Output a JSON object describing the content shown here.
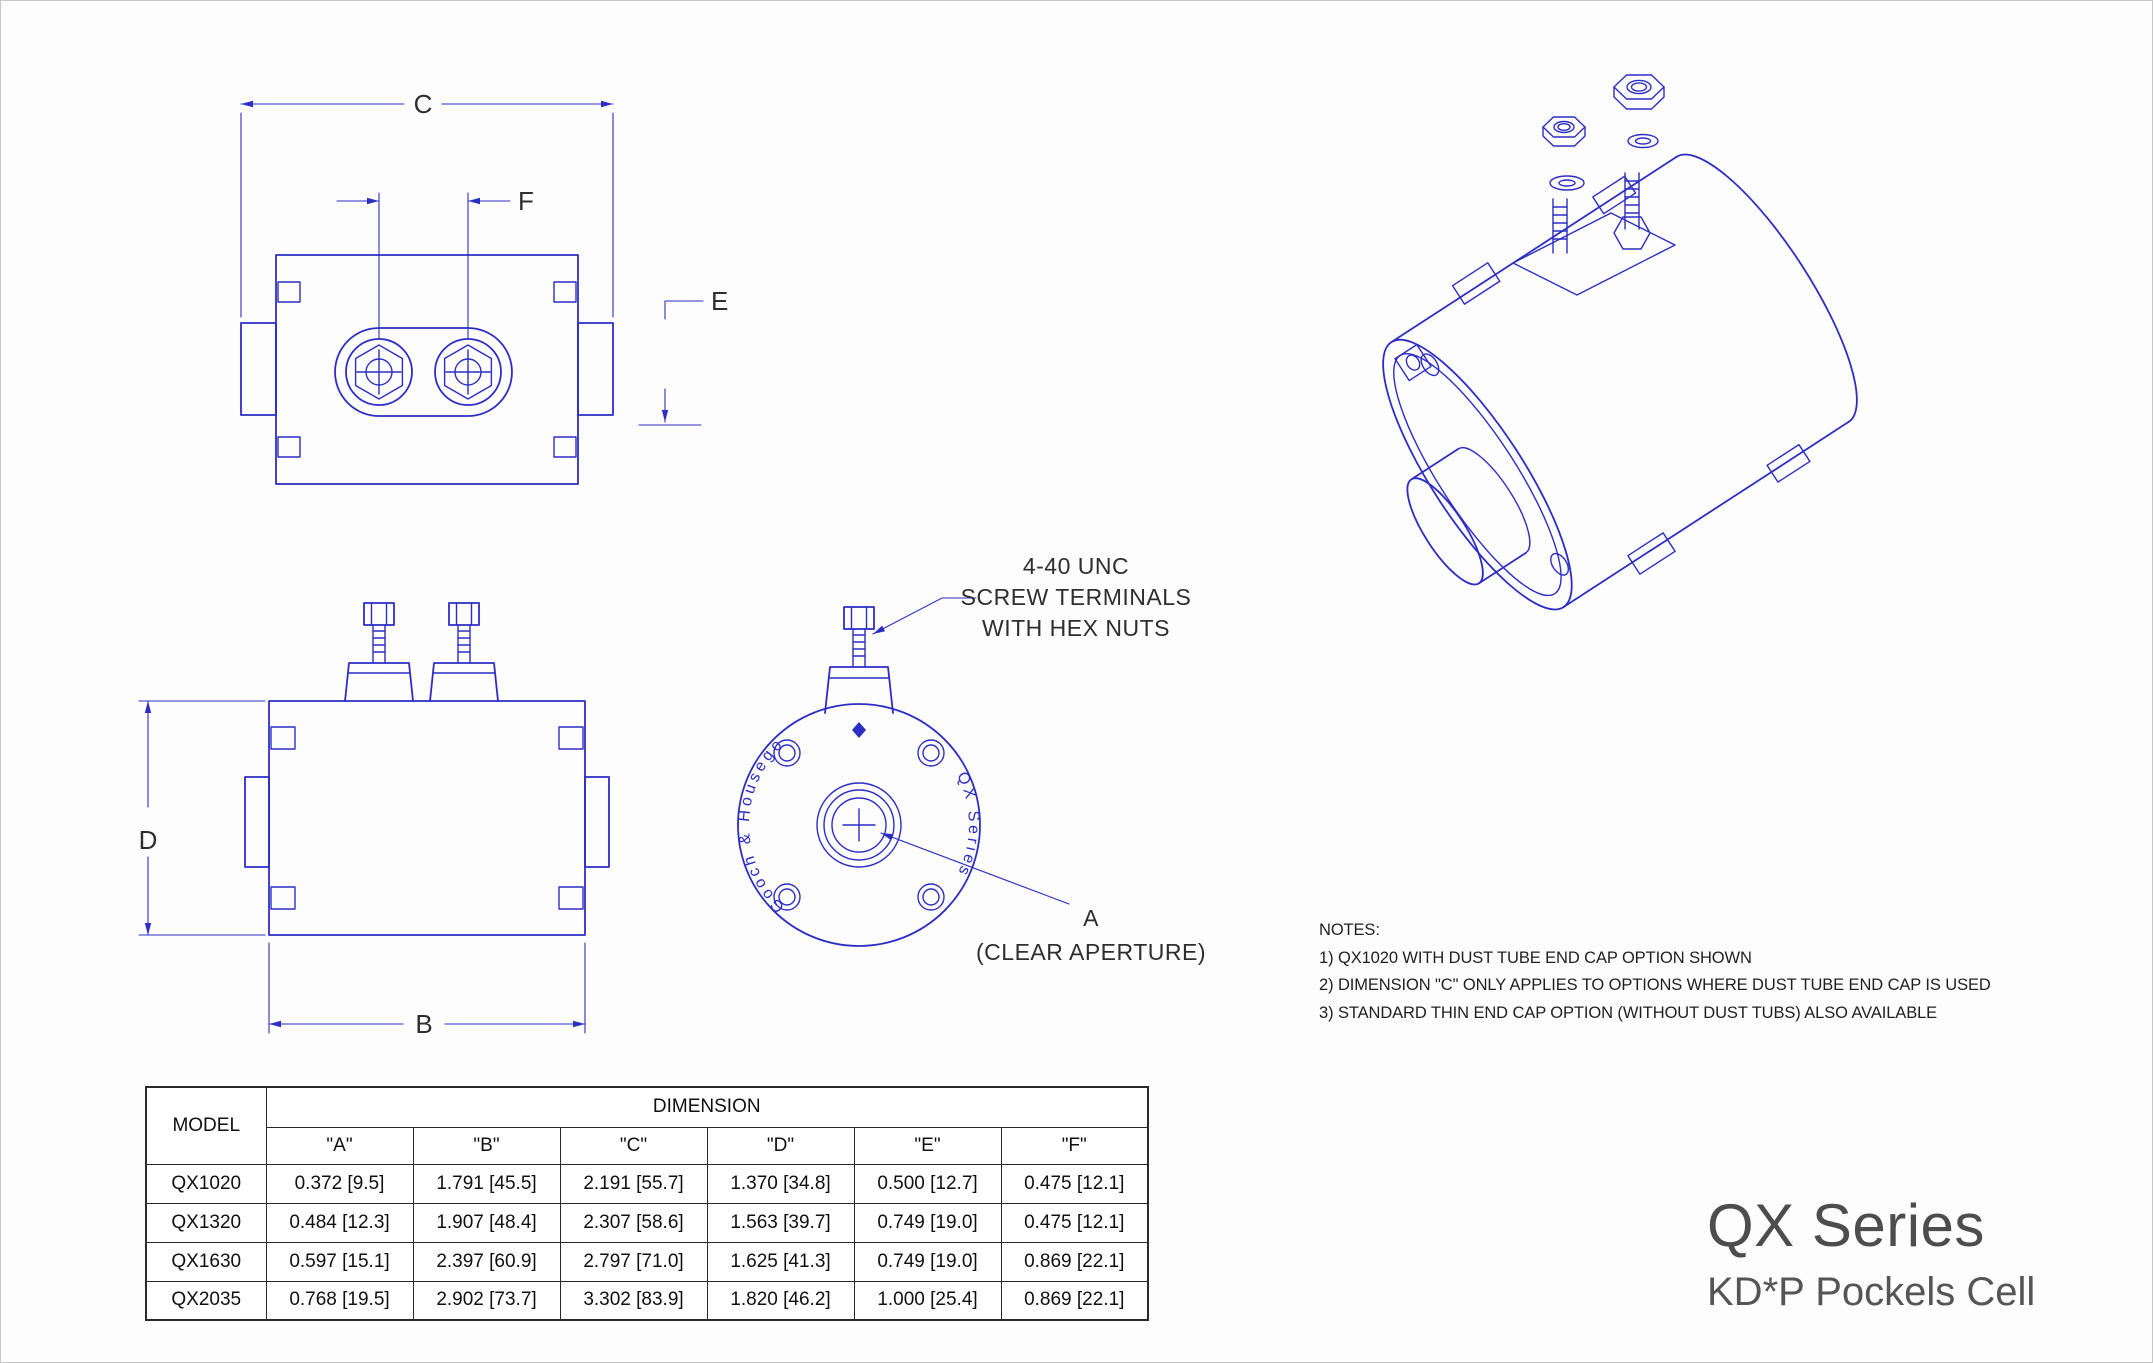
{
  "title": {
    "series": "QX Series",
    "product": "KD*P Pockels Cell"
  },
  "dim_labels": {
    "b": "B",
    "c": "C",
    "d": "D",
    "e": "E",
    "f": "F"
  },
  "engraving": {
    "left": "Gooch & Housego",
    "right": "QX Series"
  },
  "annotations": {
    "screw_terminal": {
      "line1": "4-40 UNC",
      "line2": "SCREW TERMINALS",
      "line3": "WITH HEX NUTS"
    },
    "aperture": {
      "label": "A",
      "caption": "(CLEAR APERTURE)"
    }
  },
  "notes": {
    "heading": "NOTES:",
    "items": [
      "1) QX1020 WITH DUST TUBE END CAP OPTION SHOWN",
      "2) DIMENSION \"C\" ONLY APPLIES TO OPTIONS WHERE DUST TUBE END CAP IS USED",
      "3) STANDARD THIN END CAP OPTION (WITHOUT DUST TUBS) ALSO AVAILABLE"
    ]
  },
  "table": {
    "model_header": "MODEL",
    "dimension_header": "DIMENSION",
    "columns": [
      "\"A\"",
      "\"B\"",
      "\"C\"",
      "\"D\"",
      "\"E\"",
      "\"F\""
    ],
    "rows": [
      {
        "model": "QX1020",
        "values": [
          "0.372 [9.5]",
          "1.791 [45.5]",
          "2.191 [55.7]",
          "1.370 [34.8]",
          "0.500 [12.7]",
          "0.475 [12.1]"
        ]
      },
      {
        "model": "QX1320",
        "values": [
          "0.484 [12.3]",
          "1.907 [48.4]",
          "2.307 [58.6]",
          "1.563 [39.7]",
          "0.749 [19.0]",
          "0.475 [12.1]"
        ]
      },
      {
        "model": "QX1630",
        "values": [
          "0.597 [15.1]",
          "2.397 [60.9]",
          "2.797 [71.0]",
          "1.625 [41.3]",
          "0.749 [19.0]",
          "0.869 [22.1]"
        ]
      },
      {
        "model": "QX2035",
        "values": [
          "0.768 [19.5]",
          "2.902 [73.7]",
          "3.302 [83.9]",
          "1.820 [46.2]",
          "1.000 [25.4]",
          "0.869 [22.1]"
        ]
      }
    ]
  },
  "colors": {
    "line": "#2d2dc4",
    "text": "#2e2e2e",
    "title": "#4d4d4d"
  }
}
